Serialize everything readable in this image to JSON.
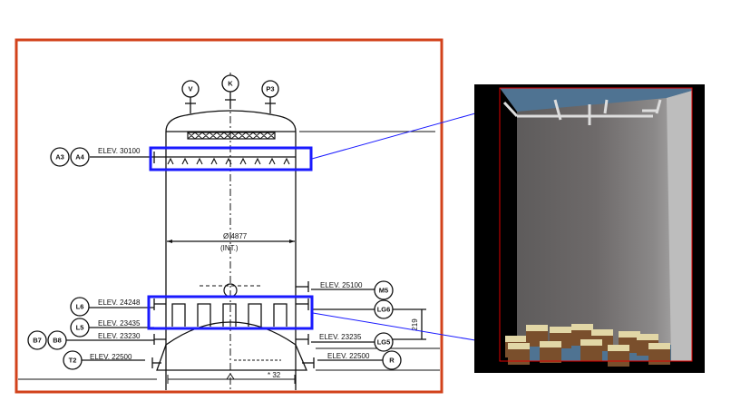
{
  "drawing": {
    "top_nozzles": [
      "V",
      "K",
      "P3"
    ],
    "spray_header": {
      "tags": [
        "A3",
        "A4"
      ],
      "elevation": "ELEV. 30100"
    },
    "diameter": {
      "value": "Ø 4877",
      "note": "(INT.)"
    },
    "left_callouts": [
      {
        "tags": [
          "L6"
        ],
        "elevation": "ELEV. 24248"
      },
      {
        "tags": [
          "L5"
        ],
        "elevation": "ELEV. 23435"
      },
      {
        "tags": [
          "B7",
          "B8"
        ],
        "elevation": "ELEV. 23230"
      },
      {
        "tags": [
          "T2"
        ],
        "elevation": "ELEV. 22500"
      }
    ],
    "right_callouts": [
      {
        "tag": "M5",
        "elevation": "ELEV. 25100"
      },
      {
        "tag": "LG6",
        "elevation": ""
      },
      {
        "tag": "LG5",
        "elevation": "ELEV. 23235"
      },
      {
        "tag": "R",
        "elevation": "ELEV. 22500"
      }
    ],
    "dimension_219": "219",
    "bottom_note": "* 32"
  },
  "colors": {
    "frame": "#d2421b",
    "highlight": "#1a1aff",
    "panel": "#000000",
    "panel_border": "#e00000"
  }
}
